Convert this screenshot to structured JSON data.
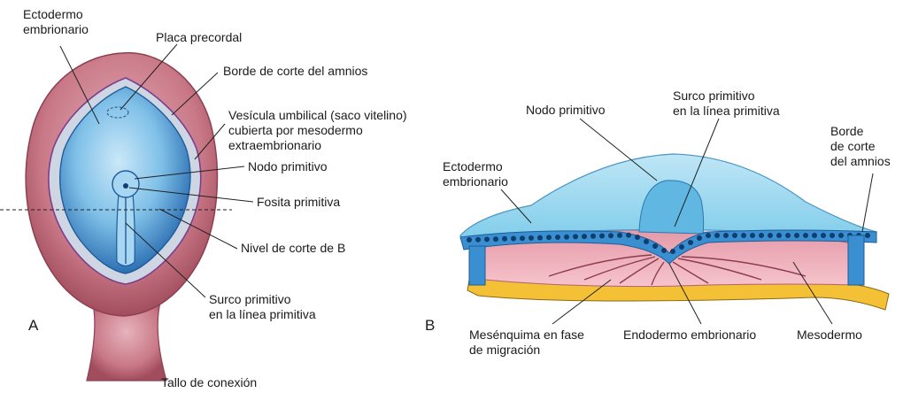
{
  "panels": {
    "a": {
      "letter": "A",
      "labels": {
        "ectodermo": "Ectodermo\nembrionario",
        "placa": "Placa precordal",
        "borde_amnios": "Borde de corte del amnios",
        "vesicula": "Vesícula umbilical (saco vitelino)\ncubierta por mesodermo\nextraembrionario",
        "nodo": "Nodo primitivo",
        "fosita": "Fosita primitiva",
        "nivel": "Nivel de corte de B",
        "surco": "Surco primitivo\nen la línea primitiva",
        "tallo": "Tallo de conexión"
      }
    },
    "b": {
      "letter": "B",
      "labels": {
        "nodo": "Nodo primitivo",
        "surco": "Surco primitivo\nen la línea primitiva",
        "borde_amnios": "Borde\nde corte\ndel amnios",
        "ectodermo": "Ectodermo\nembrionario",
        "mesenquima": "Mesénquima en fase\nde migración",
        "endodermo": "Endodermo embrionario",
        "mesodermo": "Mesodermo"
      }
    }
  },
  "colors": {
    "amnion_outer": "#b45a6a",
    "amnion_inner": "#d99aa5",
    "yolk_ring": "#c9d3e3",
    "disc_blue": "#2f7fc0",
    "disc_light": "#9fd3f0",
    "amnion_cavity": "#86cdea",
    "mesoderm_pink": "#f0a9b4",
    "endoderm_yellow": "#f4c035"
  }
}
